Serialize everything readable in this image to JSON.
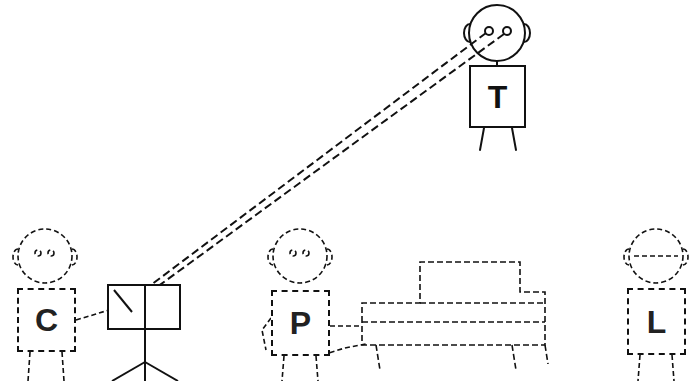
{
  "diagram": {
    "nodes": [
      {
        "text": [
          "T"
        ]
      },
      {
        "text": [
          "C"
        ]
      },
      {
        "text": [
          "P"
        ]
      },
      {
        "text": [
          "L"
        ]
      }
    ]
  }
}
